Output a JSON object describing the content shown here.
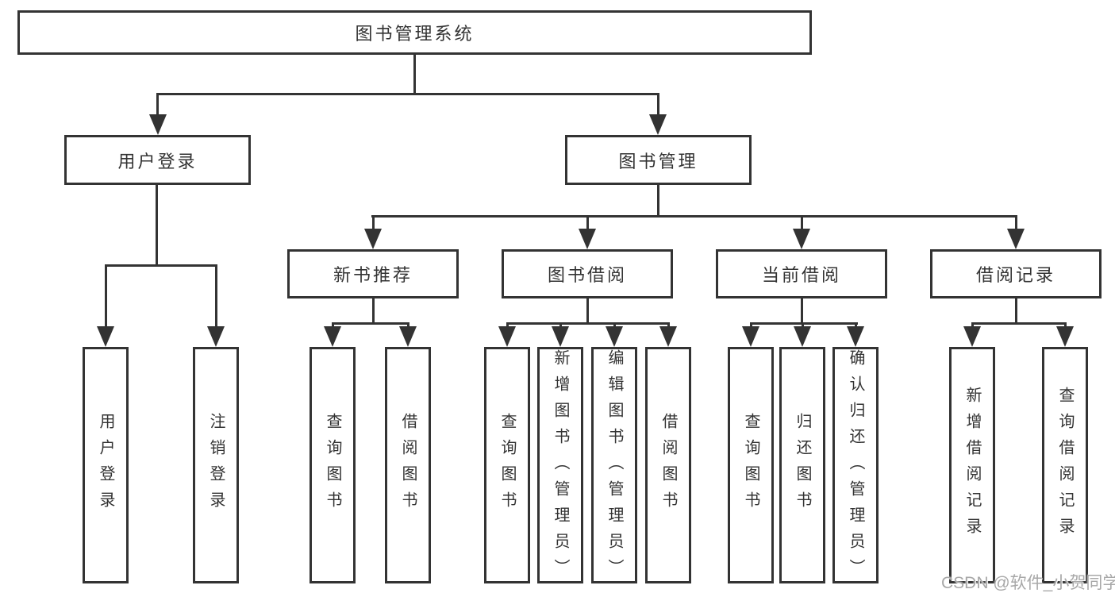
{
  "diagram": {
    "root": {
      "label": "图书管理系统"
    },
    "level2": [
      {
        "label": "用户登录"
      },
      {
        "label": "图书管理"
      }
    ],
    "level3": [
      {
        "label": "新书推荐",
        "parent": "图书管理"
      },
      {
        "label": "图书借阅",
        "parent": "图书管理"
      },
      {
        "label": "当前借阅",
        "parent": "图书管理"
      },
      {
        "label": "借阅记录",
        "parent": "图书管理"
      }
    ],
    "leaves": [
      {
        "label": "用户登录",
        "parent": "用户登录"
      },
      {
        "label": "注销登录",
        "parent": "用户登录"
      },
      {
        "label": "查询图书",
        "parent": "新书推荐"
      },
      {
        "label": "借阅图书",
        "parent": "新书推荐"
      },
      {
        "label": "查询图书",
        "parent": "图书借阅"
      },
      {
        "label": "新增图书（管理员）",
        "parent": "图书借阅"
      },
      {
        "label": "编辑图书（管理员）",
        "parent": "图书借阅"
      },
      {
        "label": "借阅图书",
        "parent": "图书借阅"
      },
      {
        "label": "查询图书",
        "parent": "当前借阅"
      },
      {
        "label": "归还图书",
        "parent": "当前借阅"
      },
      {
        "label": "确认归还（管理员）",
        "parent": "当前借阅"
      },
      {
        "label": "新增借阅记录",
        "parent": "借阅记录"
      },
      {
        "label": "查询借阅记录",
        "parent": "借阅记录"
      }
    ]
  },
  "watermark": {
    "text": "CSDN @软件_小贺同学"
  },
  "colors": {
    "line": "#333333",
    "box_border": "#333333",
    "text": "#333333",
    "background": "#ffffff",
    "watermark": "#a8a8a8"
  }
}
